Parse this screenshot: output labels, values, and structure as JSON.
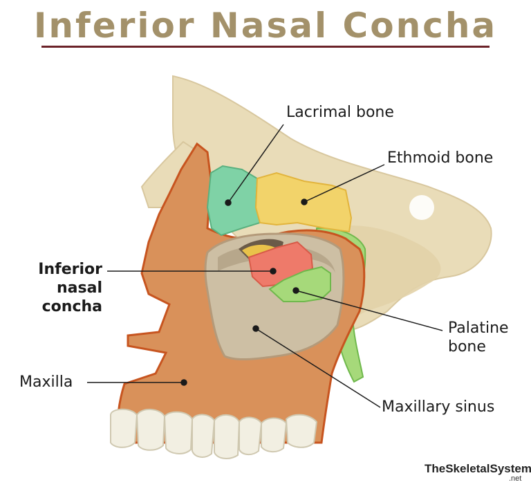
{
  "title": "Inferior Nasal Concha",
  "labels": {
    "lacrimal": "Lacrimal bone",
    "ethmoid": "Ethmoid bone",
    "inferior_line1": "Inferior",
    "inferior_line2": "nasal",
    "inferior_line3": "concha",
    "palatine_line1": "Palatine",
    "palatine_line2": "bone",
    "maxilla": "Maxilla",
    "maxillary_sinus": "Maxillary sinus"
  },
  "brand": {
    "name": "TheSkeletalSystem",
    "suffix": ".net"
  },
  "colors": {
    "title": "#a3916a",
    "rule": "#6b2228",
    "skull": "#e9dcb8",
    "maxilla": "#d9915a",
    "maxilla_outline": "#c7541f",
    "lacrimal": "#7fd2a6",
    "ethmoid": "#f2d36a",
    "inferior_concha": "#ee7a6a",
    "palatine": "#a6d97a",
    "sinus": "#cdbfa4",
    "teeth": "#f2efe2"
  }
}
